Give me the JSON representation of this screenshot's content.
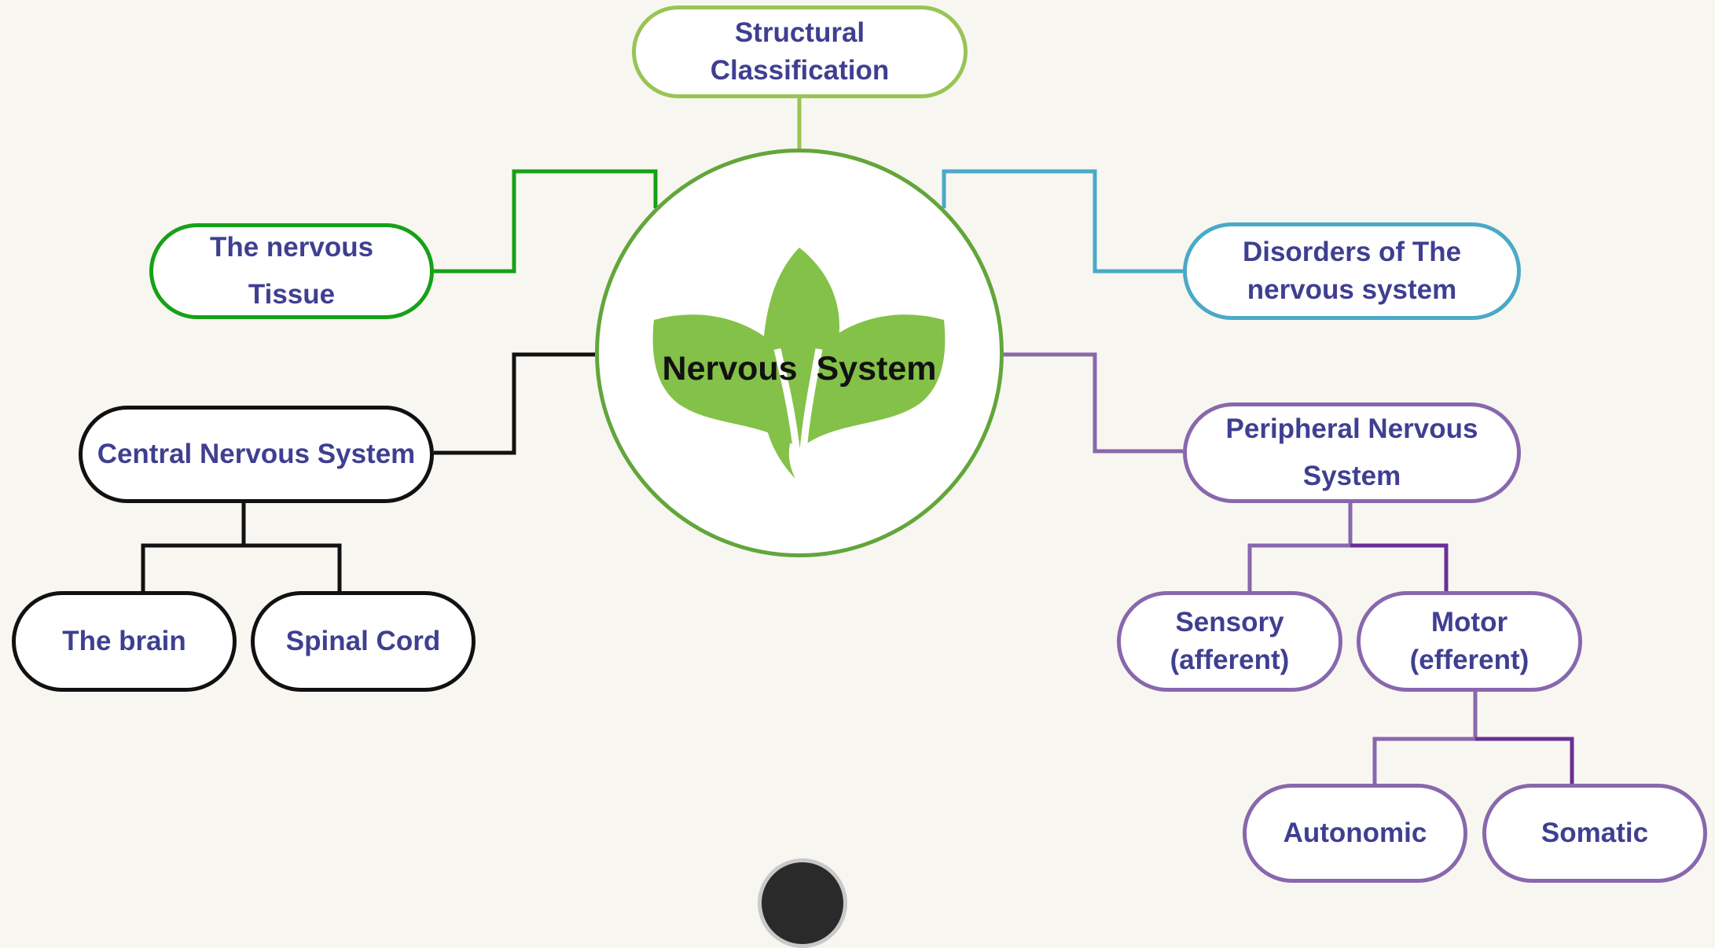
{
  "diagram": {
    "center_label": "Nervous  System",
    "nodes": {
      "structural": "Structural\nClassification",
      "tissue": "The nervous\nTissue",
      "disorders": "Disorders of The\nnervous system",
      "cns": "Central Nervous System",
      "pns": "Peripheral Nervous\nSystem",
      "brain": "The brain",
      "spinal": "Spinal Cord",
      "sensory": "Sensory\n(afferent)",
      "motor": "Motor\n(efferent)",
      "autonomic": "Autonomic",
      "somatic": "Somatic"
    },
    "colors": {
      "background": "#f8f6f1",
      "text": "#3f3f91",
      "center_ring": "#62a63b",
      "leaf": "#84c148",
      "tissue_branch": "#16a116",
      "structural_branch": "#99c455",
      "disorders_branch": "#4aa9c7",
      "cns_branch": "#111111",
      "pns_branch": "#8967ad"
    },
    "icons": [
      "leaf-icon",
      "record-button-icon"
    ]
  }
}
